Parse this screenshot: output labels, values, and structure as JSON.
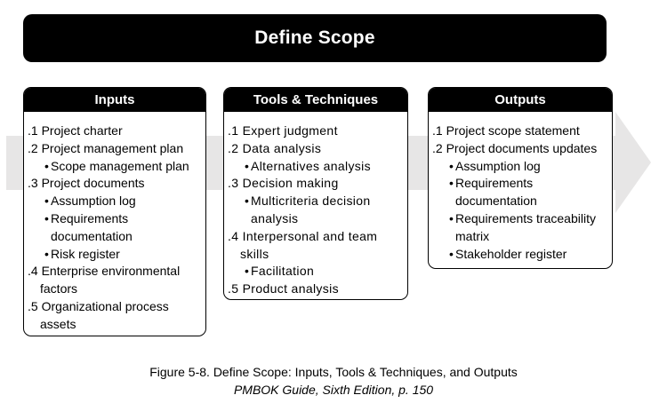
{
  "process_title": "Define Scope",
  "columns": [
    {
      "header": "Inputs",
      "items": [
        {
          "type": "num",
          "text": ".1 Project charter"
        },
        {
          "type": "num",
          "text": ".2 Project management plan"
        },
        {
          "type": "bullet",
          "text": "Scope management plan"
        },
        {
          "type": "num",
          "text": ".3 Project documents"
        },
        {
          "type": "bullet",
          "text": "Assumption log"
        },
        {
          "type": "bullet",
          "text": "Requirements documentation"
        },
        {
          "type": "bullet",
          "text": "Risk register"
        },
        {
          "type": "num",
          "text": ".4 Enterprise environmental factors"
        },
        {
          "type": "num",
          "text": ".5 Organizational process assets"
        }
      ]
    },
    {
      "header": "Tools & Techniques",
      "items": [
        {
          "type": "num",
          "text": ".1 Expert judgment"
        },
        {
          "type": "num",
          "text": ".2 Data analysis"
        },
        {
          "type": "bullet",
          "text": "Alternatives analysis"
        },
        {
          "type": "num",
          "text": ".3 Decision making"
        },
        {
          "type": "bullet",
          "text": "Multicriteria decision analysis"
        },
        {
          "type": "num",
          "text": ".4 Interpersonal and team skills"
        },
        {
          "type": "bullet",
          "text": "Facilitation"
        },
        {
          "type": "num",
          "text": ".5 Product analysis"
        }
      ]
    },
    {
      "header": "Outputs",
      "items": [
        {
          "type": "num",
          "text": ".1 Project scope statement"
        },
        {
          "type": "num",
          "text": ".2 Project documents updates"
        },
        {
          "type": "bullet",
          "text": "Assumption log"
        },
        {
          "type": "bullet",
          "text": "Requirements documentation"
        },
        {
          "type": "bullet",
          "text": "Requirements traceability matrix"
        },
        {
          "type": "bullet",
          "text": "Stakeholder register"
        }
      ]
    }
  ],
  "caption": {
    "line1": "Figure 5-8. Define Scope: Inputs, Tools & Techniques, and Outputs",
    "line2": "PMBOK Guide, Sixth Edition, p. 150"
  },
  "colors": {
    "arrow_gray": "#e7e6e6",
    "bar_black": "#000000",
    "header_text": "#ffffff",
    "body_text": "#000000"
  }
}
